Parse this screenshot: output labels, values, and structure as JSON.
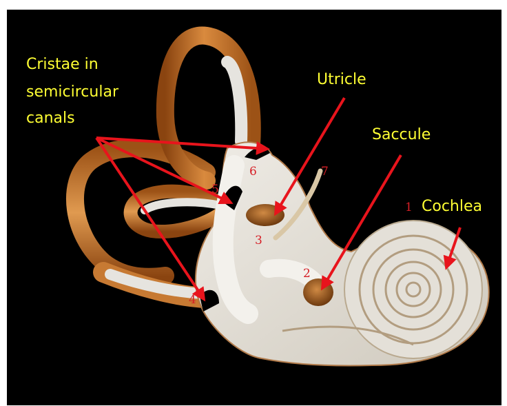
{
  "labels": {
    "cristae_line1": "Cristae in",
    "cristae_line2": "semicircular",
    "cristae_line3": "canals",
    "utricle": "Utricle",
    "saccule": "Saccule",
    "cochlea": "Cochlea"
  },
  "numbers": {
    "n1": "1",
    "n2": "2",
    "n3": "3",
    "n4": "4",
    "n5": "5",
    "n6": "6",
    "n7": "7"
  },
  "colors": {
    "background": "#000000",
    "frame": "#ffffff",
    "label_yellow": "#ffff33",
    "arrow_red": "#e8141c",
    "number_red": "#d61f26",
    "canal_brown": "#b8651e",
    "canal_inner": "#e8e6e2",
    "body_fill": "#dcd8cf"
  }
}
